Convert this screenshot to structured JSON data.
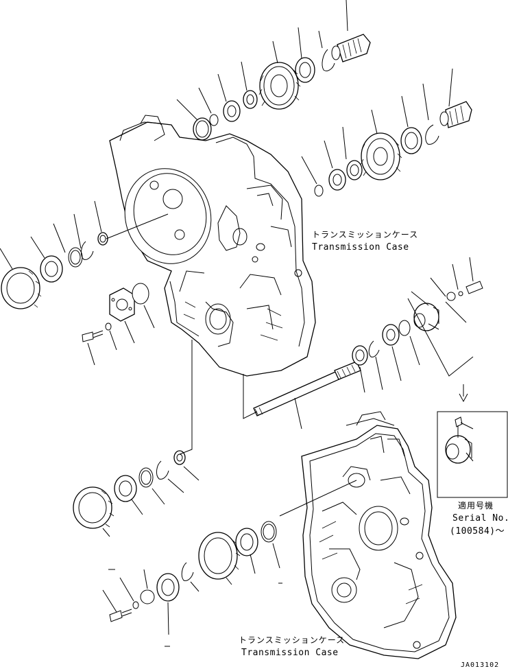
{
  "labels": {
    "case_upper_jp": "トランスミッションケース",
    "case_upper_en": "Transmission Case",
    "case_lower_jp": "トランスミッションケース",
    "case_lower_en": "Transmission Case",
    "serial_jp": "適用号機",
    "serial_en": "Serial No.",
    "serial_range": "(100584)～",
    "drawing_code": "JA013102"
  }
}
